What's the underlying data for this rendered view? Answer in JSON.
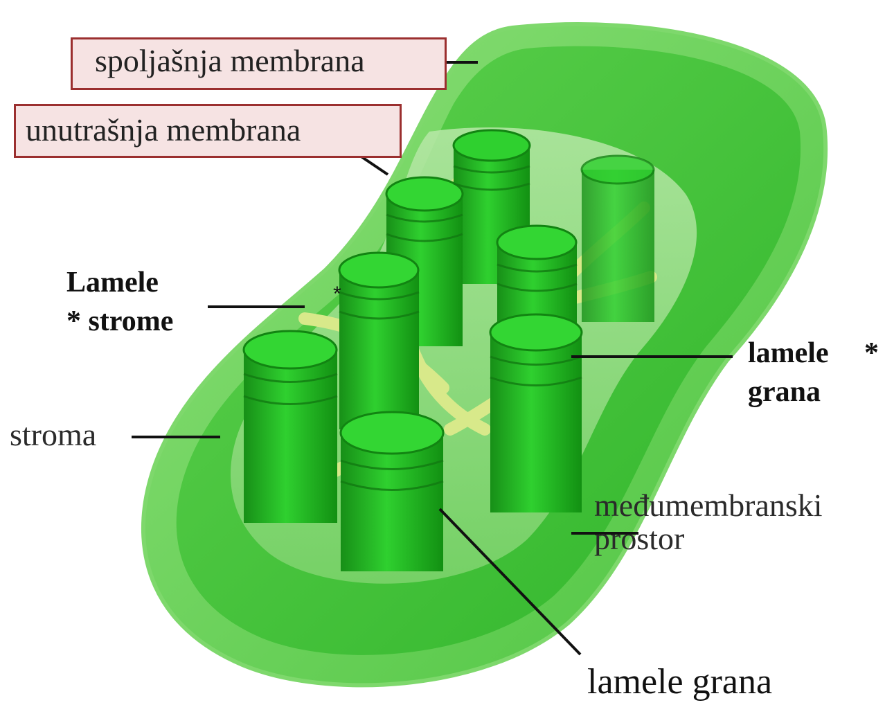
{
  "labels": {
    "outer_membrane": "spoljašnja membrana",
    "inner_membrane": "unutrašnja membrana",
    "stroma_lamellae_line1": "Lamele",
    "stroma_lamellae_line2": "* strome",
    "stroma": "stroma",
    "grana_lamellae_right_line1": "lamele",
    "grana_lamellae_right_star": "*",
    "grana_lamellae_right_line2": "grana",
    "intermembrane_line1": "međumembranski",
    "intermembrane_line2": "prostor",
    "grana_lamellae_bottom": "lamele grana",
    "small_star": "*"
  },
  "colors": {
    "box_fill": "#f6e3e3",
    "box_border": "#9b2f2f",
    "chloroplast_outer": "#6fd65f",
    "chloroplast_body": "#3fbf34",
    "grana": "#1fb51f",
    "lamellae": "#d8e98a"
  }
}
